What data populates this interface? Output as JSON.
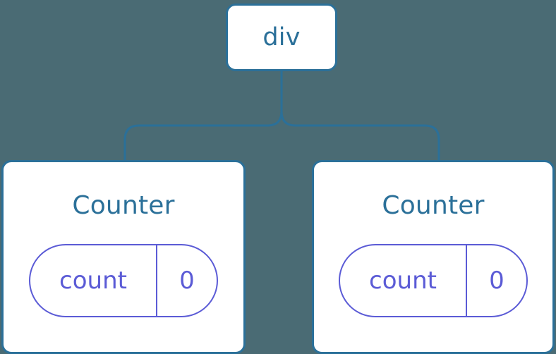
{
  "diagram": {
    "type": "component-tree",
    "background_color": "#4a6b74",
    "node_border_color": "#2b7099",
    "node_title_color": "#2b7099",
    "state_pill_color": "#5b5bd6",
    "connector_color": "#2b7099",
    "root": {
      "label": "div"
    },
    "children": [
      {
        "label": "Counter",
        "state": {
          "key": "count",
          "value": "0"
        }
      },
      {
        "label": "Counter",
        "state": {
          "key": "count",
          "value": "0"
        }
      }
    ]
  }
}
